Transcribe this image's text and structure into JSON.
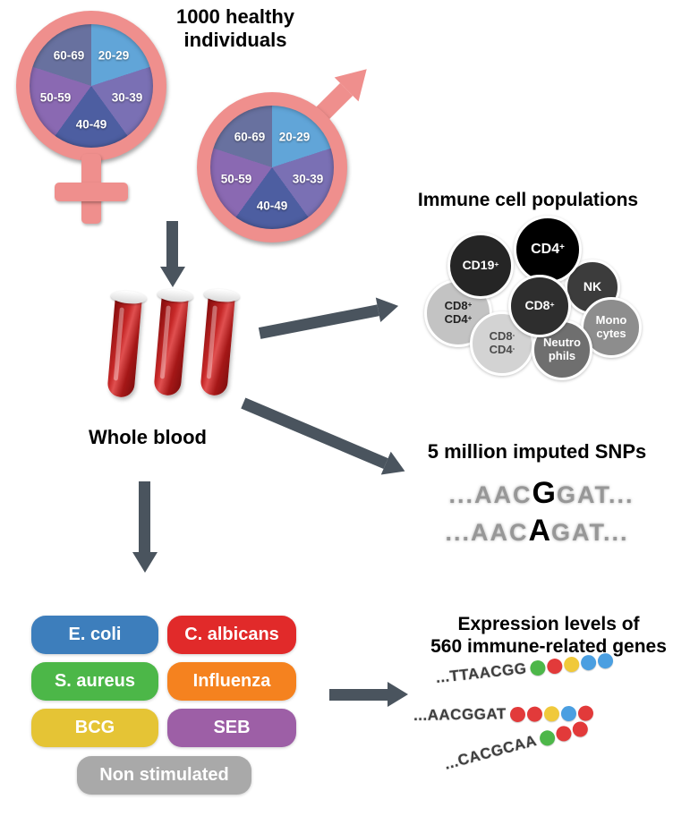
{
  "colors": {
    "arrow": "#4a545e",
    "symbol_pink": "#ef8f8d"
  },
  "demographics": {
    "title": "1000 healthy\nindividuals",
    "age_groups": [
      "20-29",
      "30-39",
      "40-49",
      "50-59",
      "60-69"
    ],
    "pie_colors": [
      "#61a5d8",
      "#7a70b4",
      "#4d5ea1",
      "#8a69b2",
      "#68719f"
    ],
    "pie_share_percent": [
      20,
      20,
      20,
      20,
      20
    ]
  },
  "whole_blood": {
    "label": "Whole blood"
  },
  "immune_cells": {
    "title": "Immune cell populations",
    "cells": [
      {
        "lines": [
          {
            "text": "CD19",
            "sup": "+"
          }
        ],
        "bg": "#252525",
        "fg": "#ffffff"
      },
      {
        "lines": [
          {
            "text": "CD4",
            "sup": "+"
          }
        ],
        "bg": "#000000",
        "fg": "#ffffff"
      },
      {
        "lines": [
          {
            "text": "NK",
            "sup": ""
          }
        ],
        "bg": "#3c3c3c",
        "fg": "#ffffff"
      },
      {
        "lines": [
          {
            "text": "CD8",
            "sup": "+"
          }
        ],
        "bg": "#2e2e2e",
        "fg": "#ffffff"
      },
      {
        "lines": [
          {
            "text": "CD8",
            "sup": "+"
          },
          {
            "text": "CD4",
            "sup": "+"
          }
        ],
        "bg": "#c3c3c3",
        "fg": "#222222"
      },
      {
        "lines": [
          {
            "text": "CD8",
            "sup": "-"
          },
          {
            "text": "CD4",
            "sup": "-"
          }
        ],
        "bg": "#d3d3d3",
        "fg": "#4a4a4a"
      },
      {
        "lines": [
          {
            "text": "Neutro",
            "sup": ""
          },
          {
            "text": "phils",
            "sup": ""
          }
        ],
        "bg": "#6f6f6f",
        "fg": "#ffffff"
      },
      {
        "lines": [
          {
            "text": "Mono",
            "sup": ""
          },
          {
            "text": "cytes",
            "sup": ""
          }
        ],
        "bg": "#8d8d8d",
        "fg": "#ffffff"
      }
    ]
  },
  "snps": {
    "title": "5 million imputed SNPs",
    "sequences": [
      {
        "prefix": "...AAC",
        "variant": "G",
        "suffix": "GAT..."
      },
      {
        "prefix": "...AAC",
        "variant": "A",
        "suffix": "GAT..."
      }
    ]
  },
  "stimuli": {
    "items": [
      {
        "label": "E. coli",
        "color": "#3d7ebc"
      },
      {
        "label": "C. albicans",
        "color": "#e12a2a"
      },
      {
        "label": "S. aureus",
        "color": "#4cb748"
      },
      {
        "label": "Influenza",
        "color": "#f5821f"
      },
      {
        "label": "BCG",
        "color": "#e5c435"
      },
      {
        "label": "SEB",
        "color": "#9d5fa6"
      },
      {
        "label": "Non stimulated",
        "color": "#a9a9a9"
      }
    ]
  },
  "expression": {
    "title": "Expression levels of\n560 immune-related genes",
    "dot_colors": {
      "green": "#4db749",
      "red": "#e23a3a",
      "yellow": "#f0c93b",
      "blue": "#4b9fe1"
    },
    "rows": [
      {
        "seq": "...TTAACGG",
        "dots": [
          "green",
          "red",
          "yellow",
          "blue",
          "blue"
        ]
      },
      {
        "seq": "...AACGGAT",
        "dots": [
          "red",
          "red",
          "yellow",
          "blue",
          "red"
        ]
      },
      {
        "seq": "...CACGCAA",
        "dots": [
          "green",
          "red",
          "red"
        ]
      }
    ]
  }
}
